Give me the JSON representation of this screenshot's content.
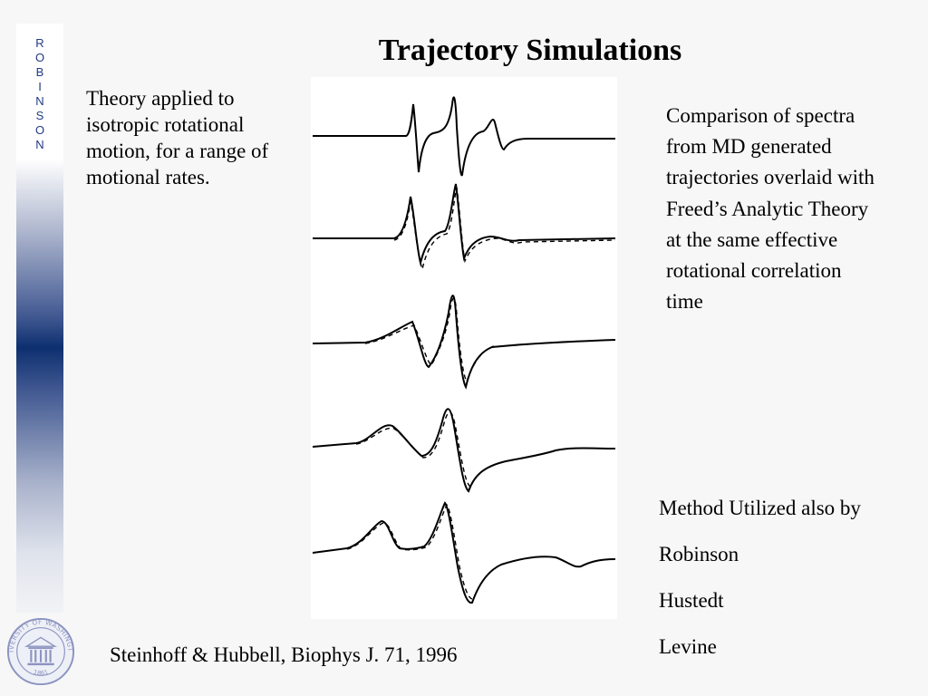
{
  "slide": {
    "title": "Trajectory Simulations",
    "sidebar_letters": [
      "R",
      "O",
      "B",
      "I",
      "N",
      "S",
      "O",
      "N"
    ],
    "left_text": "Theory applied to isotropic rotational motion, for a range of motional rates.",
    "right_text": "Comparison of spectra from MD generated trajectories overlaid with Freed’s Analytic Theory at the same effective rotational correlation time",
    "method": {
      "heading": "Method Utilized also by",
      "names": [
        "Robinson",
        "Hustedt",
        "Levine"
      ]
    },
    "citation": "Steinhoff & Hubbell,  Biophys J. 71, 1996",
    "seal_text": "UNIVERSITY OF WASHINGTON",
    "seal_year": "1861"
  },
  "colors": {
    "sidebar_dark": "#0d2f6f",
    "sidebar_letter": "#1f3a82",
    "seal_stroke": "#8c94c0",
    "background": "#f7f7f7"
  }
}
